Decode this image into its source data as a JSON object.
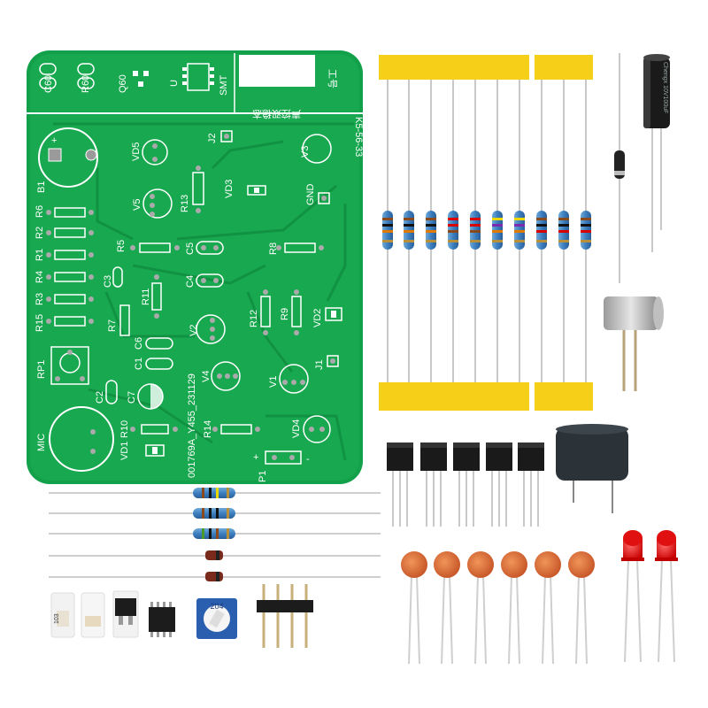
{
  "pcb": {
    "title_cn": "声控双稳态",
    "code": "K5-56-33",
    "version": "001769A_Y455_231129",
    "side_char": "工号",
    "labels": {
      "c60": "C60",
      "r60": "R60",
      "q60": "Q60",
      "u": "U",
      "smt": "SMT",
      "b1": "B1",
      "vd5": "VD5",
      "j2": "J2",
      "v3": "V3",
      "v5": "V5",
      "r13": "R13",
      "vd3": "VD3",
      "gnd": "GND",
      "r6": "R6",
      "r2": "R2",
      "r1": "R1",
      "r4": "R4",
      "r3": "R3",
      "r15": "R15",
      "r5": "R5",
      "c5": "C5",
      "r8": "R8",
      "c3": "C3",
      "r11": "R11",
      "c4": "C4",
      "r7": "R7",
      "r12": "R12",
      "r9": "R9",
      "vd2": "VD2",
      "v2": "V2",
      "c6": "C6",
      "c1": "C1",
      "v4": "V4",
      "rp1": "RP1",
      "j1": "J1",
      "v1": "V1",
      "c2": "C2",
      "c7": "C7",
      "mic": "MIC",
      "r10": "R10",
      "r14": "R14",
      "vd4": "VD4",
      "vd1": "VD1",
      "p1": "P1",
      "plus": "+",
      "minus": "-"
    }
  },
  "parts": {
    "electrolytic_cap_marking": "Chengx 10V100uF",
    "trimmer_marking": "204",
    "chip_resistor_marking": "103"
  }
}
